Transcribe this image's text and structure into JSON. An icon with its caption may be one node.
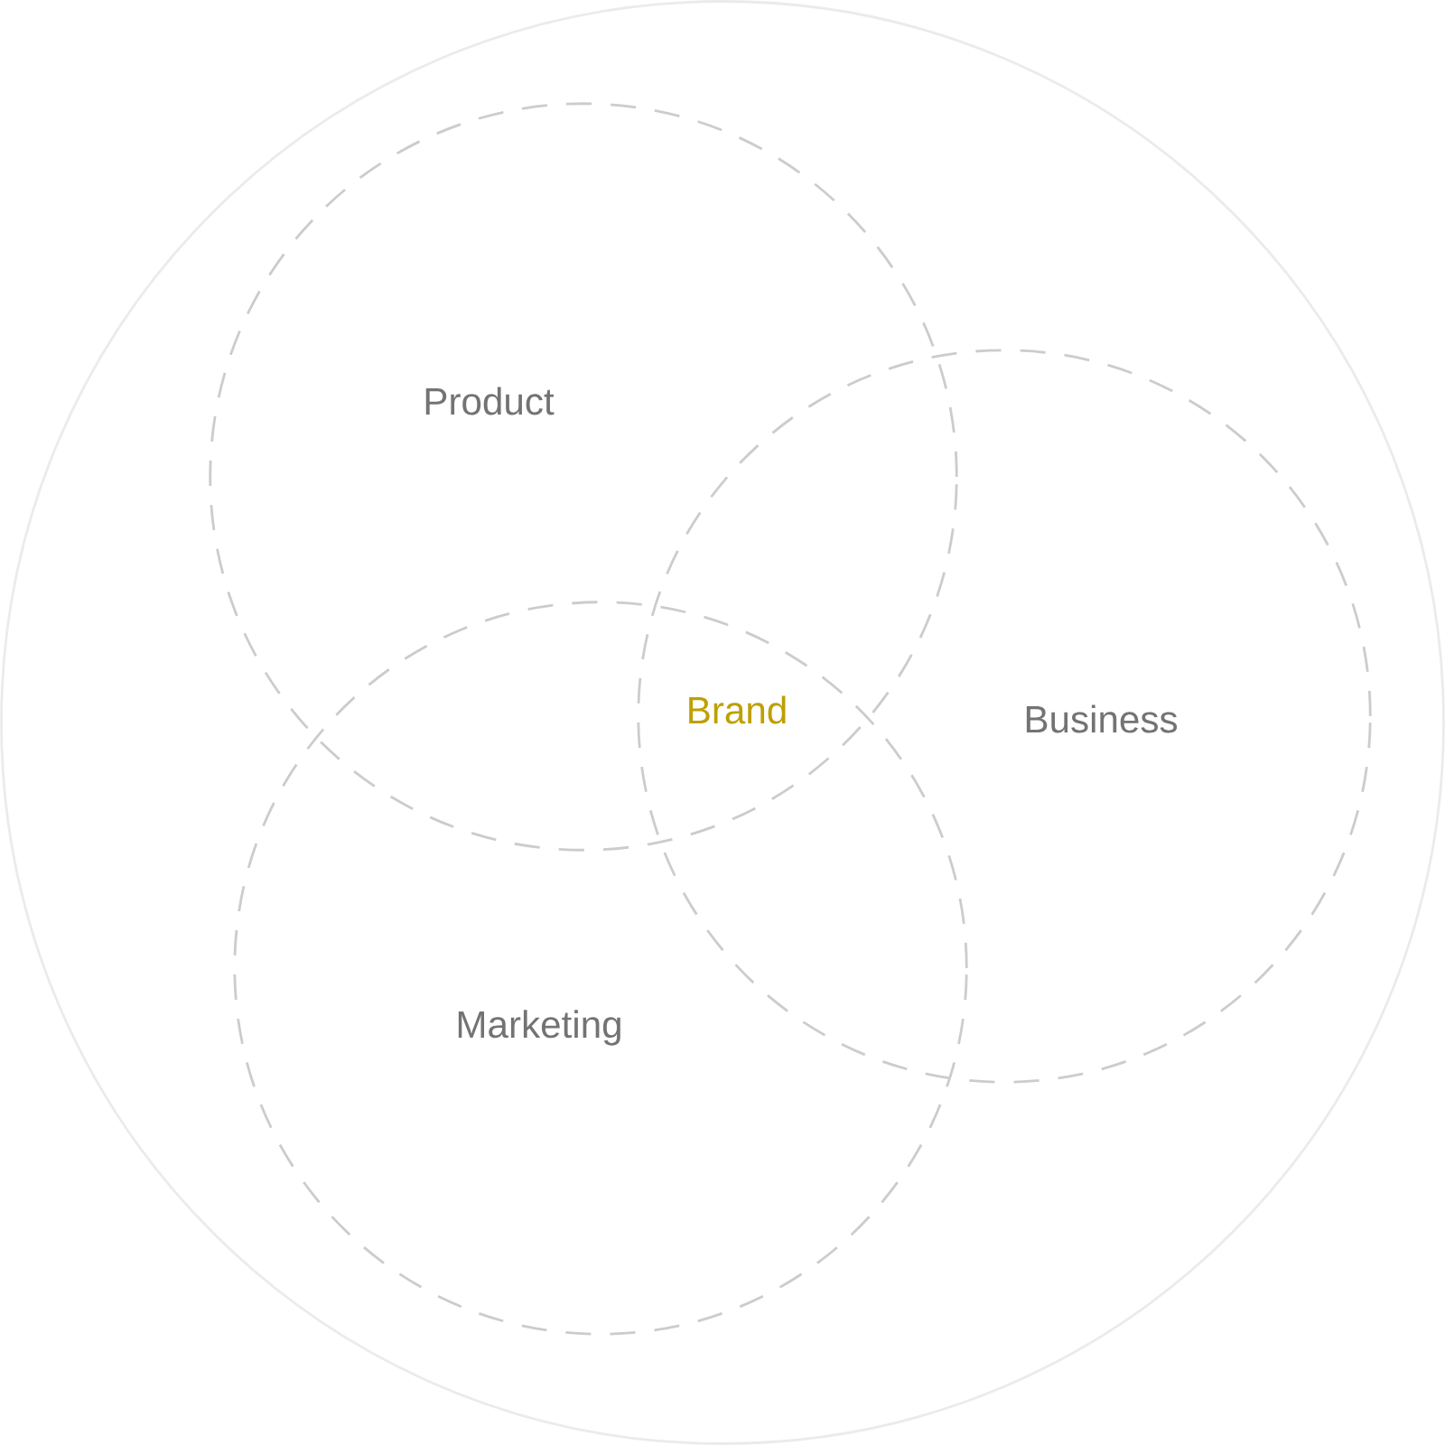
{
  "diagram": {
    "nodes": [
      {
        "text": [],
        "shape": "circle"
      },
      {
        "text": [
          "Product"
        ],
        "in": 0
      },
      {
        "text": [
          "Business"
        ],
        "in": 0
      },
      {
        "text": [
          "Marketing"
        ],
        "in": 0
      }
    ],
    "labels": [
      "Brand"
    ]
  }
}
